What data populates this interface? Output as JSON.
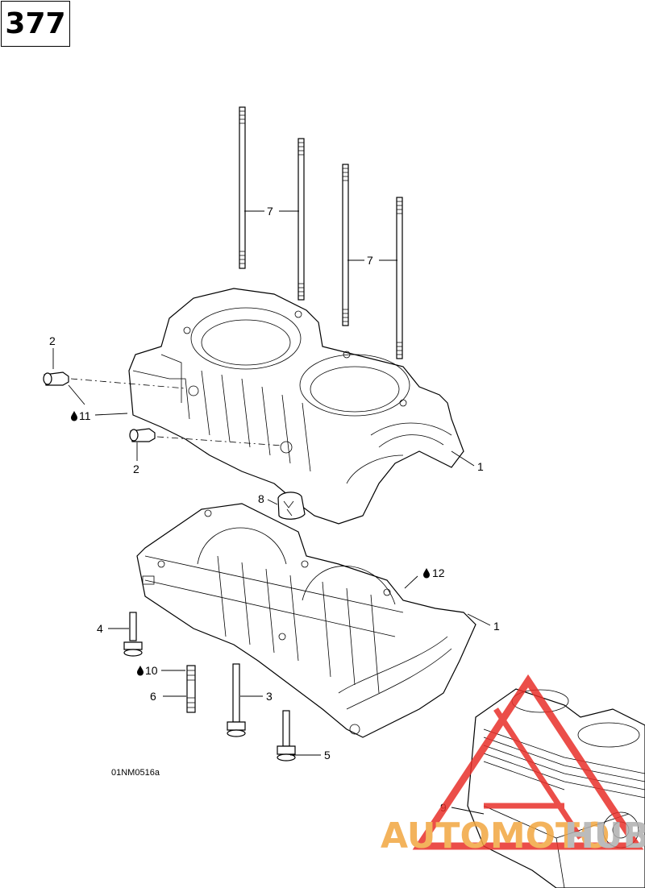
{
  "page_number": "377",
  "drawing_code": "01NM0516a",
  "callouts": {
    "c1_top": "1",
    "c1_bottom": "1",
    "c2_top": "2",
    "c2_bottom": "2",
    "c3": "3",
    "c4": "4",
    "c5": "5",
    "c6": "6",
    "c7_left": "7",
    "c7_right": "7",
    "c8": "8",
    "c9": "9",
    "c10": "10",
    "c11": "11",
    "c12": "12"
  },
  "watermark": {
    "text_part1": "AUTOMOTO",
    "text_part2": "HUB",
    "color_red": "#e8302a",
    "color_orange": "#f2a640",
    "color_gray": "#b0b0b0"
  },
  "icons": [
    "oil-drop-icon"
  ]
}
